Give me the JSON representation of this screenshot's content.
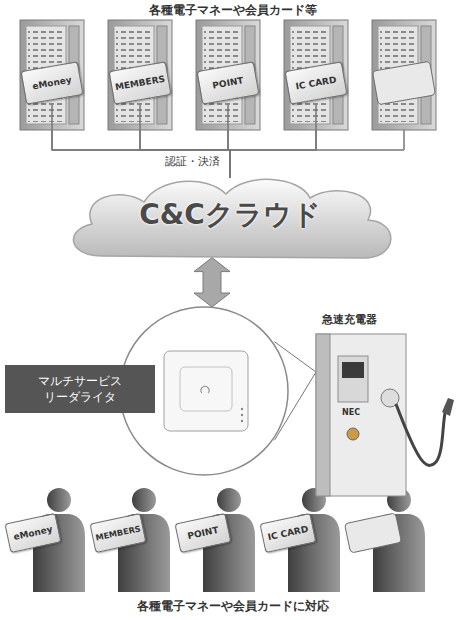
{
  "diagram": {
    "title": "各種電子マネーや会員カード等",
    "caption": "各種電子マネーや会員カードに対応",
    "nodes": [
      {
        "text": [
          "eMoney"
        ]
      },
      {
        "text": [
          "MEMBERS"
        ]
      },
      {
        "text": [
          "POINT"
        ]
      },
      {
        "text": [
          "IC CARD"
        ]
      },
      {
        "text": [
          "C&Cクラウド"
        ]
      },
      {
        "text": [
          "マルチサービス リーダライタ"
        ]
      },
      {
        "text": [
          "急速充電器"
        ]
      },
      {
        "text": [
          "eMoney"
        ]
      },
      {
        "text": [
          "MEMBERS"
        ]
      },
      {
        "text": [
          "POINT"
        ]
      },
      {
        "text": [
          "IC CARD"
        ]
      }
    ],
    "edges": [
      {
        "from": 0,
        "to": 4,
        "arrow": "none"
      },
      {
        "from": 1,
        "to": 4,
        "arrow": "none"
      },
      {
        "from": 2,
        "to": 4,
        "arrow": "none",
        "label": "認証・決済"
      },
      {
        "from": 3,
        "to": 4,
        "arrow": "none"
      },
      {
        "from": 4,
        "to": 5,
        "arrow": "both"
      },
      {
        "from": 5,
        "to": 6,
        "arrow": "none"
      }
    ],
    "labels": [
      "NEC"
    ]
  }
}
